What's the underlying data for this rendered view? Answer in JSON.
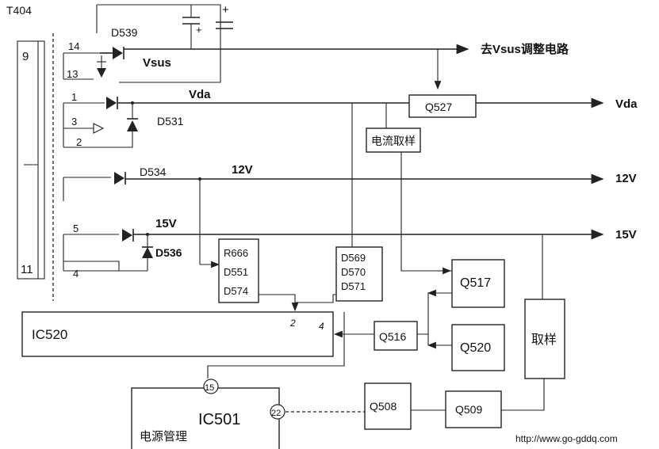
{
  "transformer": {
    "name": "T404",
    "pins": [
      "9",
      "11",
      "14",
      "13",
      "1",
      "3",
      "2",
      "5",
      "4"
    ]
  },
  "rails": {
    "vsus": "Vsus",
    "vda": "Vda",
    "v12": "12V",
    "v15": "15V",
    "vsus_out": "去Vsus调整电路",
    "vda_out": "Vda",
    "v12_out": "12V",
    "v15_out": "15V"
  },
  "diodes": {
    "d539": "D539",
    "d531": "D531",
    "d534": "D534",
    "d536": "D536"
  },
  "blocks": {
    "q527": "Q527",
    "current_sample": "电流取样",
    "r666_group": [
      "R666",
      "D551",
      "D574"
    ],
    "d569_group": [
      "D569",
      "D570",
      "D571"
    ],
    "q517": "Q517",
    "q516": "Q516",
    "q520": "Q520",
    "sample": "取样",
    "ic520": "IC520",
    "ic520_pin2": "2",
    "ic520_pin4": "4",
    "ic501": "IC501",
    "ic501_label": "电源管理",
    "ic501_pin15": "15",
    "ic501_pin22": "22",
    "q508": "Q508",
    "q509": "Q509"
  },
  "watermark": "http://www.go-gddq.com"
}
